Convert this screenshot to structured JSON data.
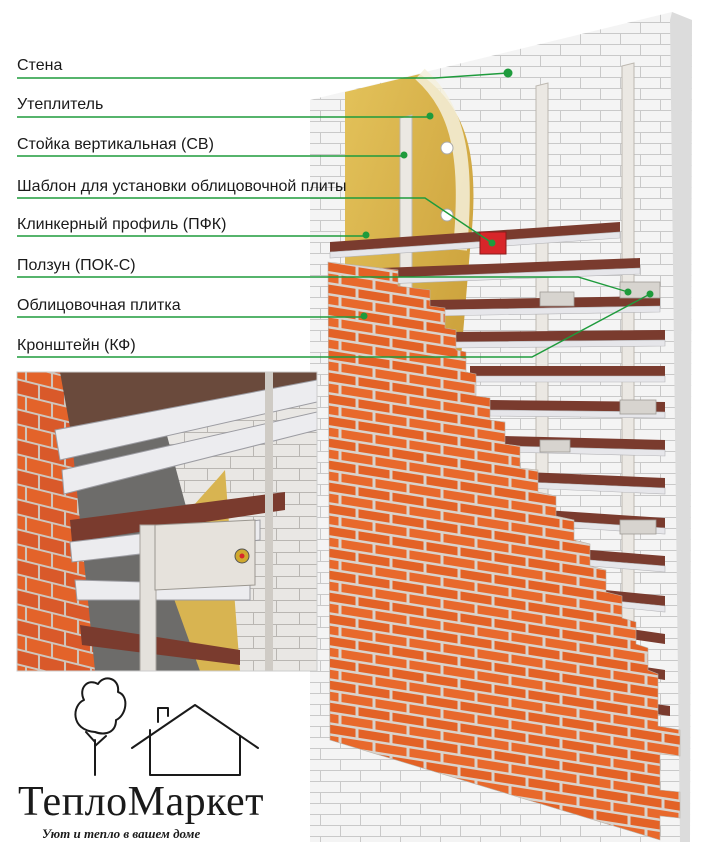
{
  "labels": [
    "Стена",
    "Утеплитель",
    "Стойка вертикальная (СВ)",
    "Шаблон для установки облицовочной плиты",
    "Клинкерный профиль (ПФК)",
    "Ползун (ПОК-С)",
    "Облицовочная плитка",
    "Кронштейн (КФ)"
  ],
  "logo": {
    "title": "ТеплоМаркет",
    "slogan": "Уют и тепло в вашем доме"
  },
  "colors": {
    "leader_line": "#1e9b3c",
    "tile": "#e8692c",
    "tile_joint": "#c9c4be",
    "profile": "#7a3b2e",
    "rail": "#e6e6ea",
    "wall": "#f3f3f3",
    "brick_line": "#c8c8c8",
    "insulation": "#d9b347",
    "template_marker": "#d8262a"
  }
}
